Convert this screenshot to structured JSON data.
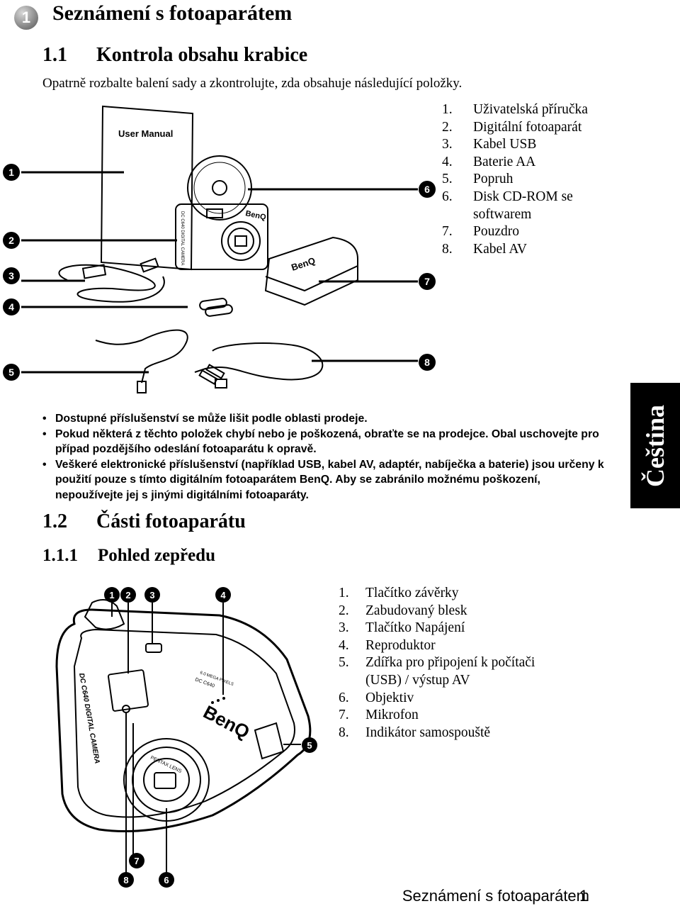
{
  "chapter": {
    "badge": "1",
    "title": "Seznámení s fotoaparátem"
  },
  "section1": {
    "number": "1.1",
    "title": "Kontrola obsahu krabice",
    "intro": "Opatrně rozbalte balení sady a zkontrolujte, zda obsahuje následující položky.",
    "items": [
      {
        "n": "1.",
        "label": "Uživatelská příručka"
      },
      {
        "n": "2.",
        "label": "Digitální fotoaparát"
      },
      {
        "n": "3.",
        "label": "Kabel USB"
      },
      {
        "n": "4.",
        "label": "Baterie AA"
      },
      {
        "n": "5.",
        "label": "Popruh"
      },
      {
        "n": "6.",
        "label": "Disk CD-ROM se"
      },
      {
        "n": "",
        "label": "softwarem"
      },
      {
        "n": "7.",
        "label": "Pouzdro"
      },
      {
        "n": "8.",
        "label": "Kabel AV"
      }
    ]
  },
  "figure1": {
    "manual_label": "User Manual",
    "brand": "BenQ",
    "camera_model": "DC C640 DIGITAL CAMERA",
    "callouts": [
      "1",
      "2",
      "3",
      "4",
      "5",
      "6",
      "7",
      "8"
    ]
  },
  "notes": [
    "Dostupné příslušenství se může lišit podle oblasti prodeje.",
    "Pokud některá z těchto položek chybí nebo je poškozená, obraťte se na prodejce. Obal uschovejte pro případ pozdějšího odeslání fotoaparátu k opravě.",
    "Veškeré elektronické příslušenství (například USB, kabel AV, adaptér, nabíječka a baterie) jsou určeny k použití pouze s tímto digitálním fotoaparátem BenQ. Aby se zabránilo možnému poškození, nepoužívejte jej s jinými digitálními fotoaparáty."
  ],
  "side_tab": "Čeština",
  "section2": {
    "number": "1.2",
    "title": "Části fotoaparátu"
  },
  "section3": {
    "number": "1.1.1",
    "title": "Pohled zepředu",
    "items": [
      {
        "n": "1.",
        "label": "Tlačítko závěrky"
      },
      {
        "n": "2.",
        "label": "Zabudovaný blesk"
      },
      {
        "n": "3.",
        "label": "Tlačítko Napájení"
      },
      {
        "n": "4.",
        "label": "Reproduktor"
      },
      {
        "n": "5.",
        "label": "Zdířka pro připojení k počítači"
      },
      {
        "n": "",
        "label": "(USB) / výstup AV"
      },
      {
        "n": "6.",
        "label": "Objektiv"
      },
      {
        "n": "7.",
        "label": "Mikrofon"
      },
      {
        "n": "8.",
        "label": "Indikátor samospouště"
      }
    ]
  },
  "figure2": {
    "brand": "BenQ",
    "side_text": "DC C640 DIGITAL CAMERA",
    "top_text_1": "DC C640",
    "top_text_2": "6.0 MEGA PIXELS",
    "lens_text": "PENTAX LENS",
    "callouts": [
      "1",
      "2",
      "3",
      "4",
      "5",
      "6",
      "7",
      "8"
    ]
  },
  "footer": {
    "text": "Seznámení s fotoaparátem",
    "page": "1"
  }
}
